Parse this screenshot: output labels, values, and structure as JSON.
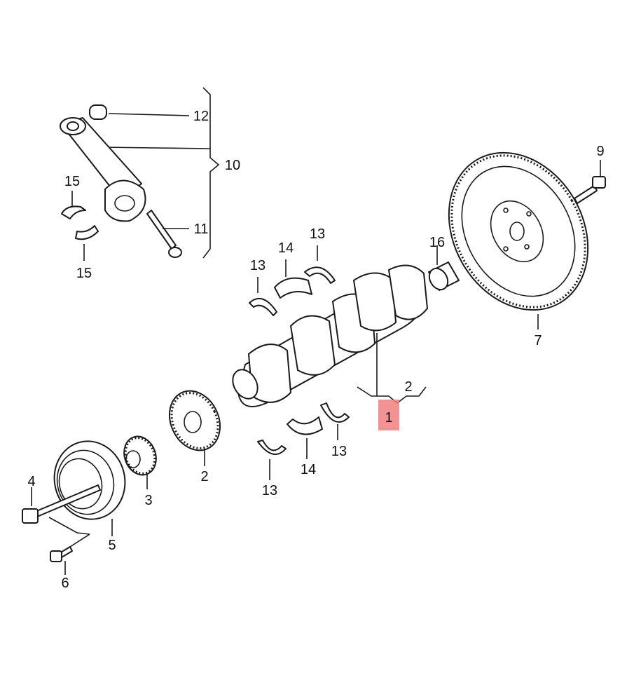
{
  "diagram": {
    "highlight_color": "#f08080",
    "callouts": {
      "c1": "1",
      "c2_crank": "2",
      "c2_gear": "2",
      "c3": "3",
      "c4": "4",
      "c5": "5",
      "c6": "6",
      "c7": "7",
      "c9": "9",
      "c10": "10",
      "c11": "11",
      "c12": "12",
      "c13_a": "13",
      "c13_b": "13",
      "c13_c": "13",
      "c13_d": "13",
      "c14_a": "14",
      "c14_b": "14",
      "c15_a": "15",
      "c15_b": "15",
      "c16": "16"
    }
  }
}
